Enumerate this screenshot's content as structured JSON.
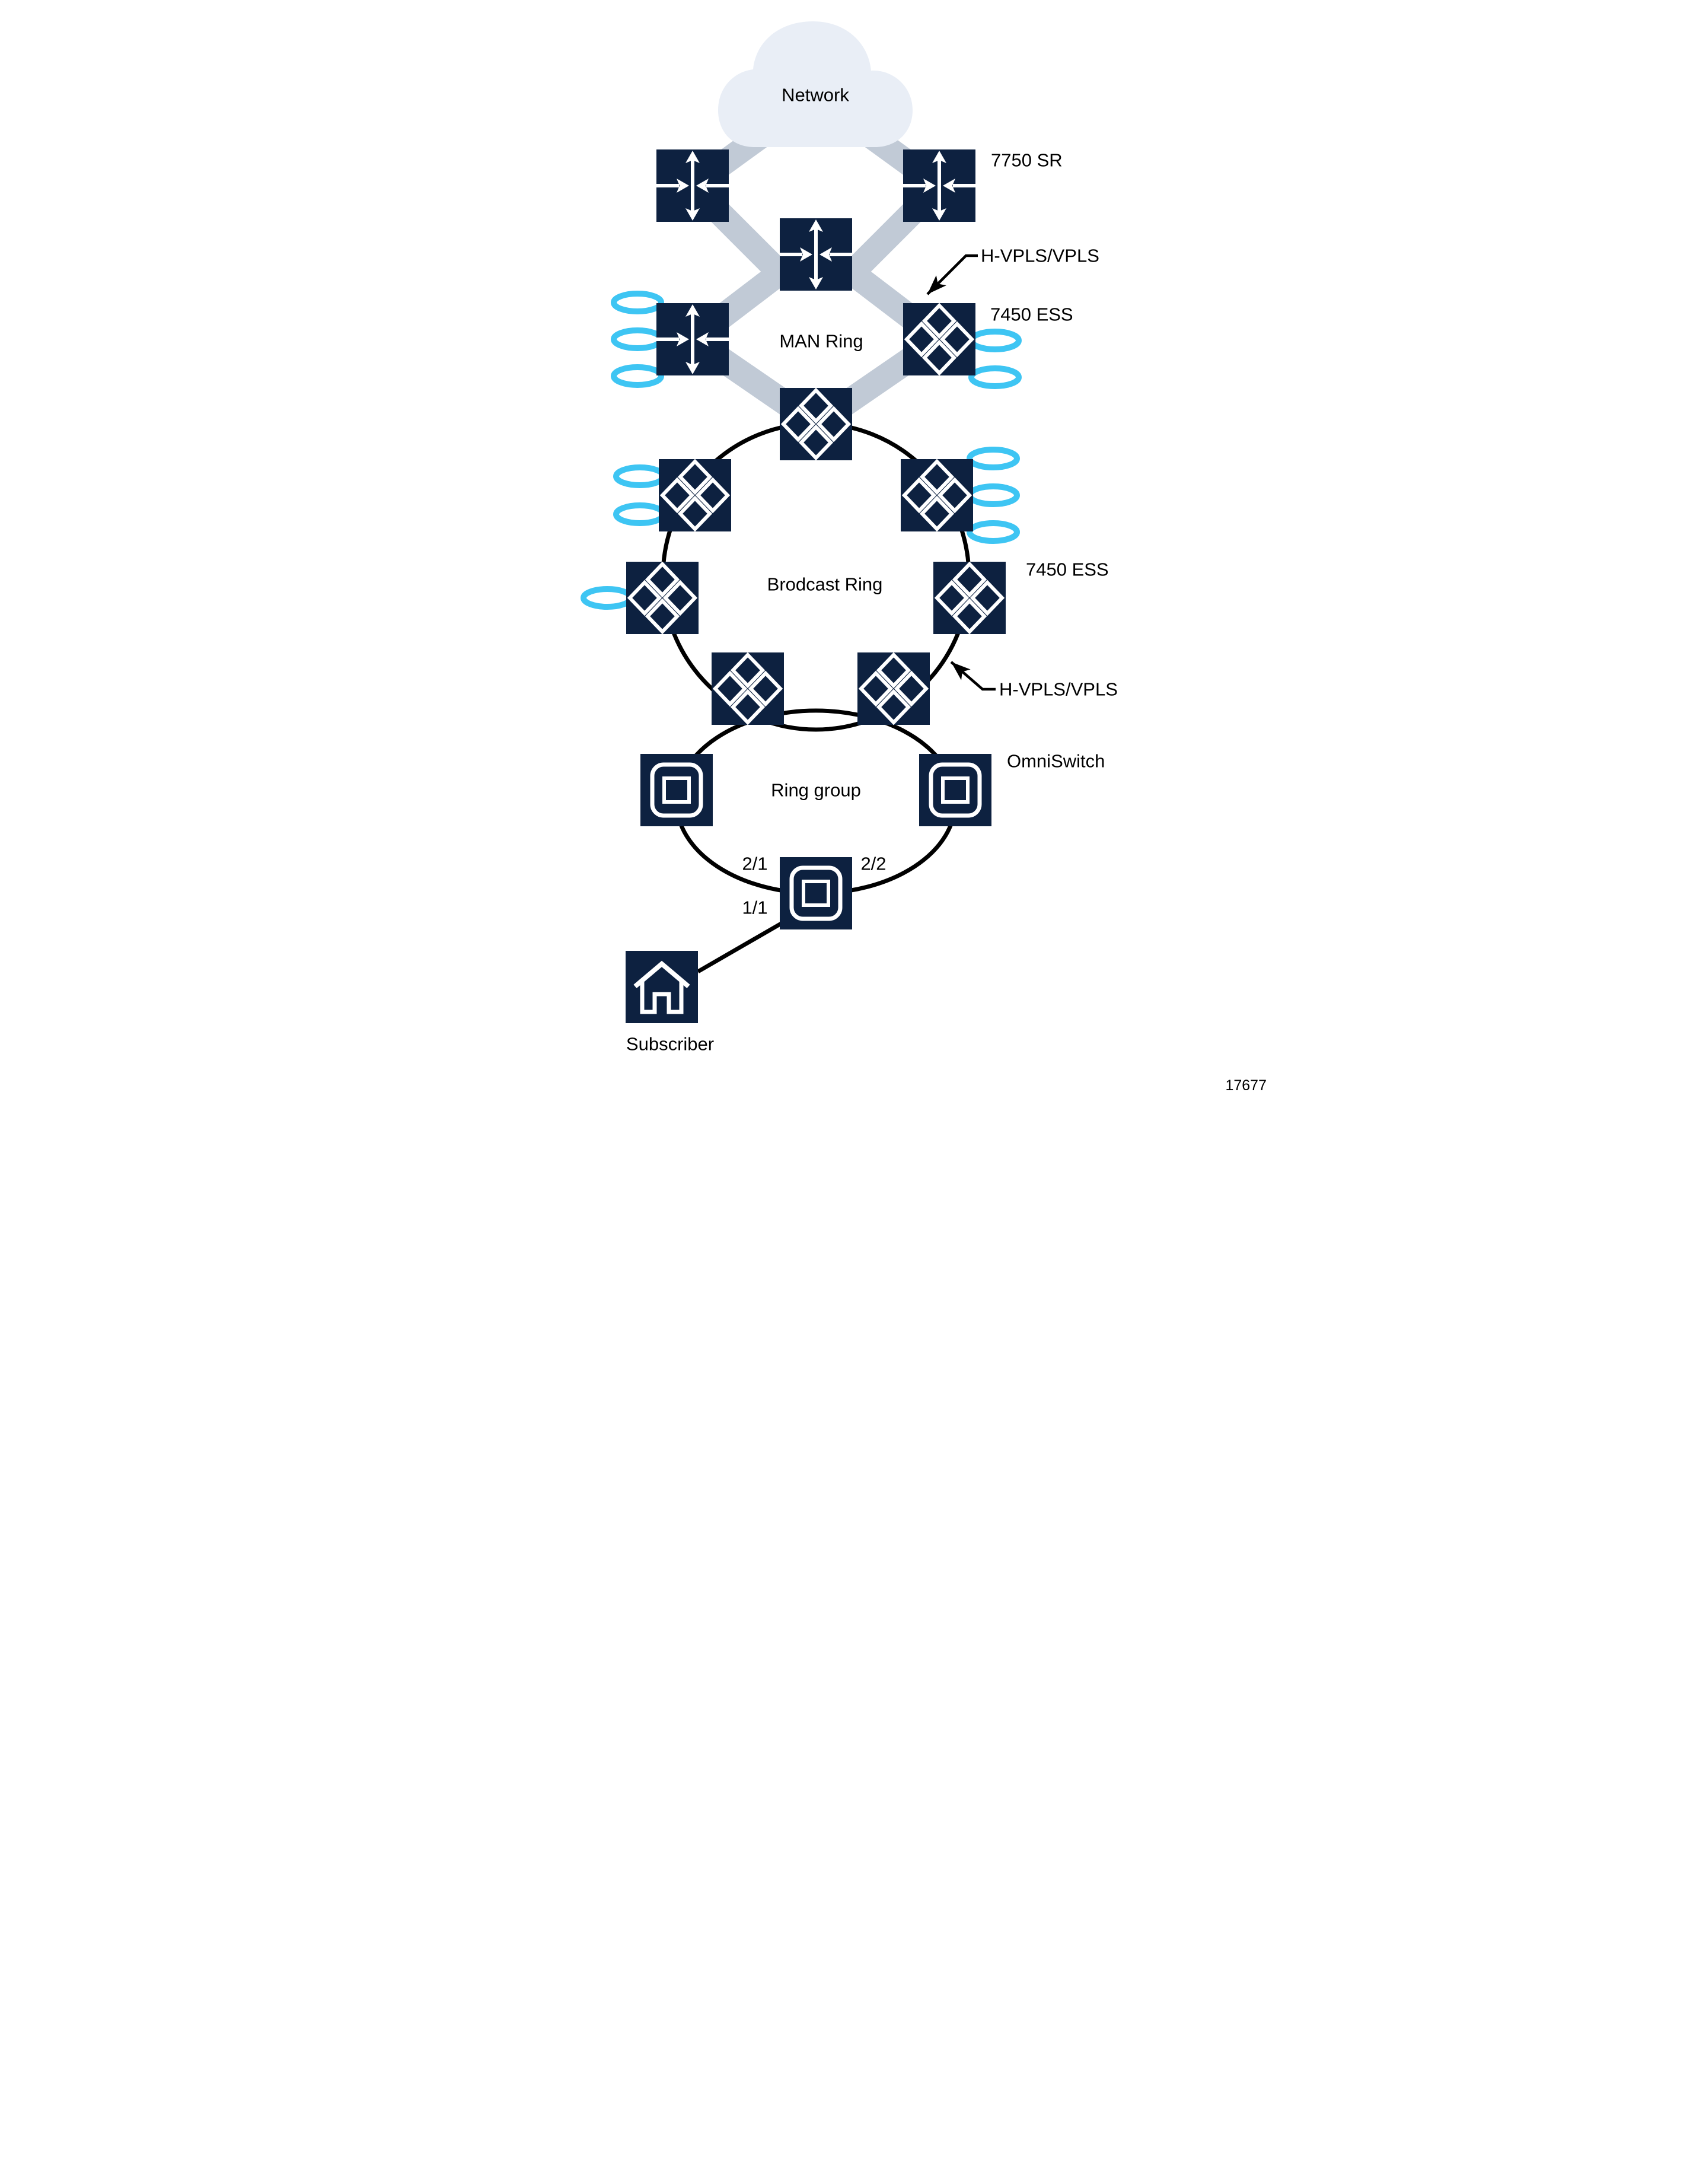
{
  "diagram": {
    "cloud": {
      "label": "Network"
    },
    "man_ring": {
      "label": "MAN Ring",
      "router_label": "7750 SR",
      "ess_label": "7450 ESS",
      "annotation": "H-VPLS/VPLS"
    },
    "broadcast_ring": {
      "label": "Brodcast Ring",
      "ess_label": "7450 ESS",
      "annotation": "H-VPLS/VPLS"
    },
    "ring_group": {
      "label": "Ring group",
      "omniswitch_label": "OmniSwitch",
      "ports": {
        "p2_1": "2/1",
        "p2_2": "2/2",
        "p1_1": "1/1"
      }
    },
    "subscriber": {
      "label": "Subscriber"
    },
    "figure_number": "17677"
  },
  "colors": {
    "navy": "#0d2140",
    "band": "#c1cad6",
    "cloud": "#e9eef6",
    "cyan": "#3ec5f3",
    "line": "#000000"
  }
}
